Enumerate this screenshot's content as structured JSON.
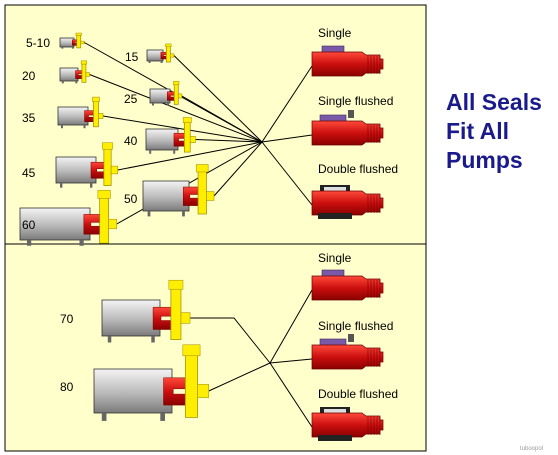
{
  "slogan": [
    "All Seals",
    "Fit All",
    "Pumps"
  ],
  "credit": "tuboopol",
  "colors": {
    "panel_bg": "#ffffcc",
    "motor_body": "#c8c8c8",
    "pump_housing": "#ffee00",
    "seal_red": "#dd1111",
    "seal_purple": "#7a5aa8",
    "slogan": "#1a1a8c"
  },
  "top_panel": {
    "pumps": [
      "5-10",
      "15",
      "20",
      "25",
      "35",
      "40",
      "45",
      "50",
      "60"
    ],
    "seals": [
      "Single",
      "Single flushed",
      "Double flushed"
    ]
  },
  "bottom_panel": {
    "pumps": [
      "70",
      "80"
    ],
    "seals": [
      "Single",
      "Single flushed",
      "Double flushed"
    ]
  }
}
